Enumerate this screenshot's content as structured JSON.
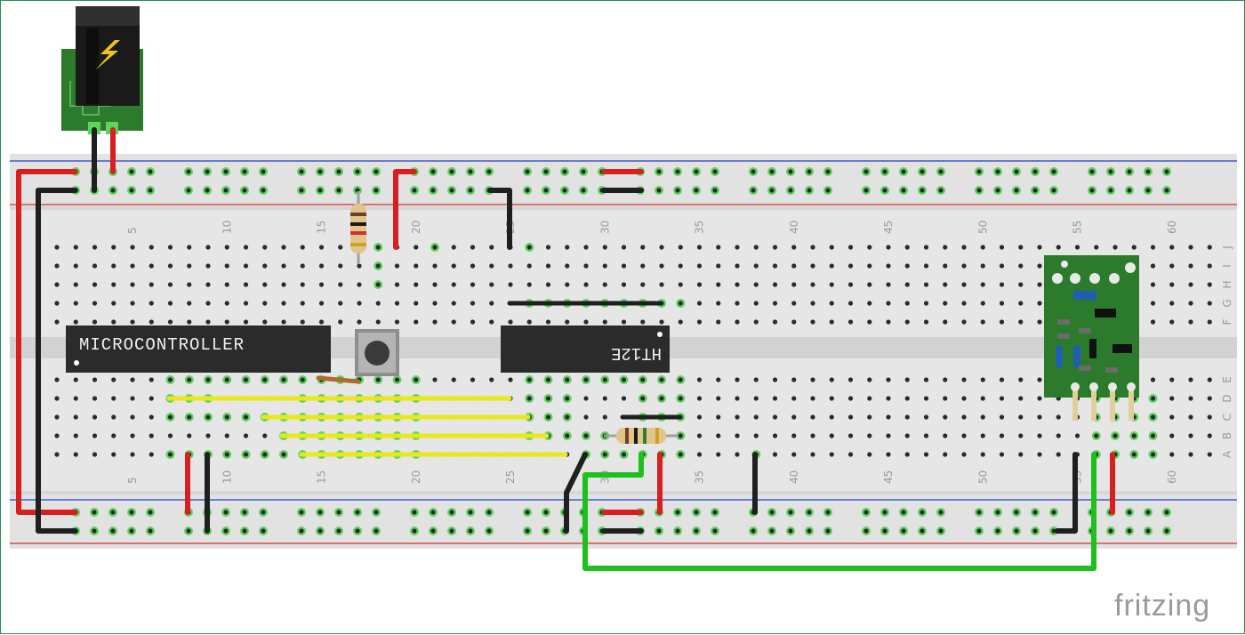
{
  "labels": {
    "microcontroller": "MICROCONTROLLER",
    "encoder_chip": "HT12E",
    "watermark": "fritzing"
  },
  "breadboard": {
    "column_numbers_top": [
      "5",
      "10",
      "15",
      "20",
      "25",
      "30",
      "35",
      "40",
      "45",
      "50",
      "55",
      "60"
    ],
    "column_numbers_bottom": [
      "5",
      "10",
      "15",
      "20",
      "25",
      "30",
      "35",
      "40",
      "45",
      "50",
      "55",
      "60"
    ],
    "row_letters_top": [
      "J",
      "I",
      "H",
      "G",
      "F"
    ],
    "row_letters_bottom": [
      "E",
      "D",
      "C",
      "B",
      "A"
    ]
  },
  "colors": {
    "board": "#e6e6e6",
    "board_channel": "#d2d2d2",
    "rail_red_line": "#d32f2f",
    "rail_blue_line": "#1e3fc4",
    "hole": "#2a2a2a",
    "hole_active": "#5fd35f",
    "wire_red": "#d81e1e",
    "wire_black": "#1f1f1f",
    "wire_yellow": "#e8e81a",
    "wire_green": "#1ec01e",
    "pcb_green": "#2c7a2c",
    "chip_body": "#2b2b2b",
    "chip_text": "#f0f0f0",
    "jack_body": "#1a1a1a",
    "bolt": "#f0c419",
    "watermark": "#9a9a9a"
  },
  "icons": {
    "power_jack": "dc-barrel-jack-icon",
    "bolt": "lightning-bolt-icon",
    "rf_module": "rf-transmitter-module-icon",
    "push_button": "tactile-push-button-icon",
    "resistor": "resistor-icon"
  }
}
